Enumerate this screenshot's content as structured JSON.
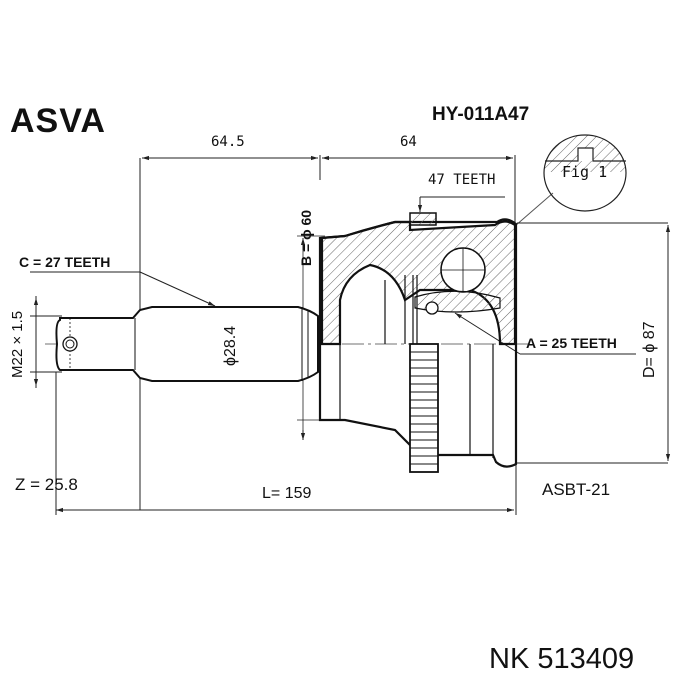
{
  "header": {
    "brand": "ASVA",
    "part_number": "HY-011A47"
  },
  "dimensions": {
    "shaft_length": "64.5",
    "housing_length": "64",
    "outer_teeth": "47 TEETH",
    "fig_label": "Fig 1",
    "b_diameter": "B = ϕ 60",
    "c_teeth": "C = 27 TEETH",
    "thread": "M22 × 1.5",
    "shaft_diameter": "ϕ28.4",
    "a_teeth": "A = 25 TEETH",
    "d_diameter": "D= ϕ 87",
    "z_value": "Z = 25.8",
    "total_length": "L= 159",
    "boot_kit": "ASBT-21"
  },
  "footer": {
    "cross_reference": "NK 513409"
  },
  "colors": {
    "line": "#1a1a1a",
    "hatch": "#555555",
    "background": "#ffffff"
  }
}
